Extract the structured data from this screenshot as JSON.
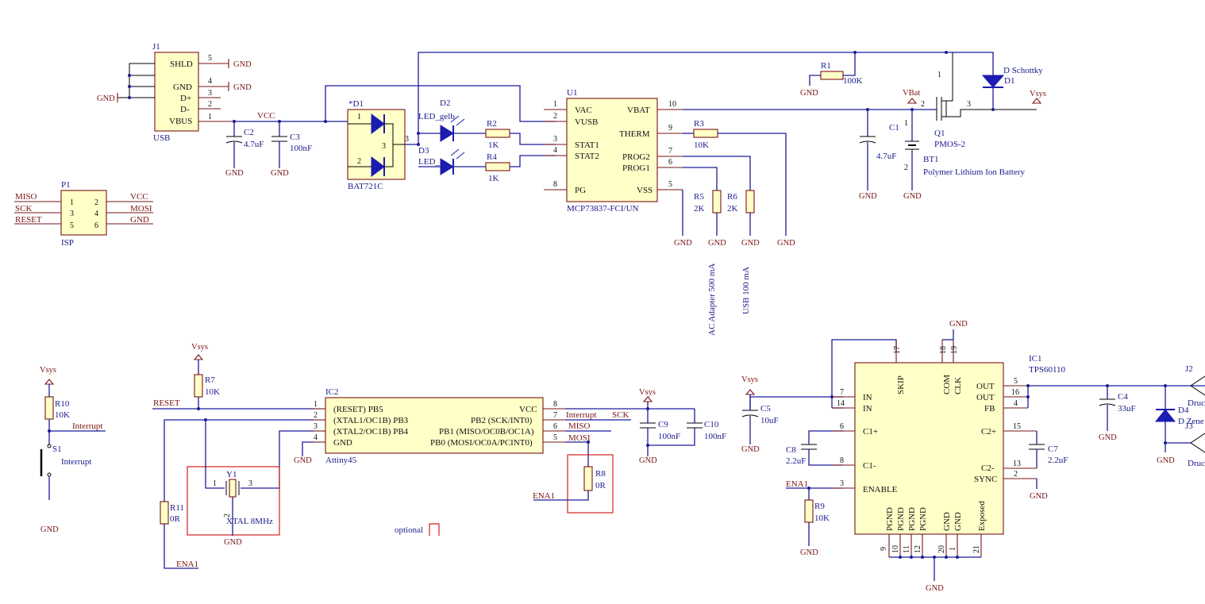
{
  "power": {
    "gnd": "GND",
    "vsys": "Vsys",
    "vbat": "VBat",
    "vcc": "VCC"
  },
  "parts": {
    "j1": {
      "des": "J1",
      "val": "USB",
      "pins": [
        "SHLD",
        "GND",
        "D+",
        "D-",
        "VBUS"
      ],
      "nums": [
        "5",
        "4",
        "3",
        "2",
        "1"
      ]
    },
    "c2": {
      "des": "C2",
      "val": "4.7uF"
    },
    "c3": {
      "des": "C3",
      "val": "100nF"
    },
    "d1a": {
      "des": "*D1",
      "val": "BAT721C",
      "nums": [
        "1",
        "2",
        "3",
        "3"
      ]
    },
    "d2": {
      "des": "D2",
      "val": "LED_gelb"
    },
    "d3": {
      "des": "D3",
      "val": "LED_"
    },
    "r2": {
      "des": "R2",
      "val": "1K"
    },
    "r4": {
      "des": "R4",
      "val": "1K"
    },
    "u1": {
      "des": "U1",
      "val": "MCP73837-FCI/UN",
      "pins": [
        "VAC",
        "VUSB",
        "STAT1",
        "STAT2",
        "PG",
        "VBAT",
        "THERM",
        "PROG2",
        "PROG1",
        "VSS"
      ],
      "nums": [
        "1",
        "2",
        "3",
        "4",
        "8",
        "10",
        "9",
        "7",
        "6",
        "5"
      ]
    },
    "r3": {
      "des": "R3",
      "val": "10K"
    },
    "r5": {
      "des": "R5",
      "val": "2K",
      "note": "AC Adapter 500 mA"
    },
    "r6": {
      "des": "R6",
      "val": "2K",
      "note": "USB 100 mA"
    },
    "r1": {
      "des": "R1",
      "val": "100K"
    },
    "c1": {
      "des": "C1",
      "val": "4.7uF"
    },
    "q1": {
      "des": "Q1",
      "val": "PMOS-2",
      "nums": [
        "1",
        "2",
        "3"
      ]
    },
    "d1b": {
      "des": "D1",
      "val": "D Schottky"
    },
    "bt1": {
      "des": "BT1",
      "val": "Polymer Lithium Ion Battery",
      "nums": [
        "1",
        "2"
      ]
    },
    "p1": {
      "des": "P1",
      "val": "ISP",
      "nums": [
        "1",
        "2",
        "3",
        "4",
        "5",
        "6"
      ]
    },
    "r10": {
      "des": "R10",
      "val": "10K"
    },
    "s1": {
      "des": "S1",
      "val": "Interrupt"
    },
    "r7": {
      "des": "R7",
      "val": "10K"
    },
    "ic2": {
      "des": "IC2",
      "val": "Attiny45",
      "pins": [
        "(RESET) PB5",
        "(XTAL1/OC1B) PB3",
        "(XTAL2/OC1B) PB4",
        "GND",
        "VCC",
        "PB2 (SCK/INT0)",
        "PB1 (MISO/OC0B/OC1A)",
        "PB0 (MOSI/OC0A/PCINT0)"
      ],
      "nums": [
        "1",
        "2",
        "3",
        "4",
        "8",
        "7",
        "6",
        "5"
      ]
    },
    "y1": {
      "des": "Y1",
      "val": "XTAL 8MHz",
      "nums": [
        "1",
        "3",
        "2"
      ]
    },
    "r11": {
      "des": "R11",
      "val": "0R"
    },
    "r8": {
      "des": "R8",
      "val": "0R"
    },
    "c9": {
      "des": "C9",
      "val": "100nF"
    },
    "c10": {
      "des": "C10",
      "val": "100nF"
    },
    "c5": {
      "des": "C5",
      "val": "10uF"
    },
    "c8": {
      "des": "C8",
      "val": "2.2uF"
    },
    "r9": {
      "des": "R9",
      "val": "10K"
    },
    "ic1": {
      "des": "IC1",
      "val": "TPS60110",
      "pins": [
        "IN",
        "IN",
        "C1+",
        "C1-",
        "ENABLE",
        "OUT",
        "OUT",
        "FB",
        "C2+",
        "C2-",
        "SYNC",
        "SKIP",
        "COM",
        "CLK",
        "PGND",
        "PGND",
        "PGND",
        "PGND",
        "GND",
        "GND",
        "Exposed"
      ],
      "nums": [
        "7",
        "14",
        "6",
        "8",
        "3",
        "5",
        "16",
        "4",
        "15",
        "13",
        "2",
        "17",
        "18",
        "19",
        "9",
        "10",
        "11",
        "12",
        "20",
        "1",
        "21"
      ]
    },
    "c7": {
      "des": "C7",
      "val": "2.2uF"
    },
    "c4": {
      "des": "C4",
      "val": "33uF"
    },
    "d4": {
      "des": "D4",
      "val": "D Zene"
    },
    "j2": {
      "des": "J2",
      "val": "Druc"
    },
    "j3": {
      "des": "J3",
      "val": "Druc"
    }
  },
  "nets": {
    "miso": "MISO",
    "mosi": "MOSI",
    "sck": "SCK",
    "reset": "RESET",
    "interrupt": "Interrupt",
    "ena1": "ENA1"
  },
  "notes": {
    "optional": "optional"
  }
}
